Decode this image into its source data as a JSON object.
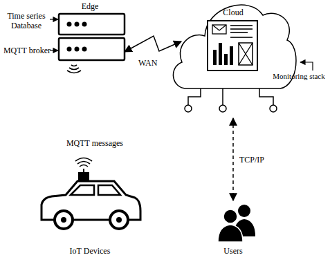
{
  "diagram": {
    "nodes": [
      {
        "text": [
          "Edge"
        ]
      },
      {
        "text": [
          "Cloud"
        ]
      },
      {
        "text": [
          "IoT Devices"
        ]
      },
      {
        "text": [
          "Users"
        ]
      }
    ],
    "edges": [
      {
        "from": 0,
        "to": 1,
        "label": "WAN",
        "arrow": "both"
      },
      {
        "from": 1,
        "to": 3,
        "label": "TCP/IP",
        "arrow": "both"
      }
    ],
    "labels": [
      "Time series Database",
      "MQTT broker",
      "MQTT messages",
      "Monitoring stack"
    ]
  }
}
